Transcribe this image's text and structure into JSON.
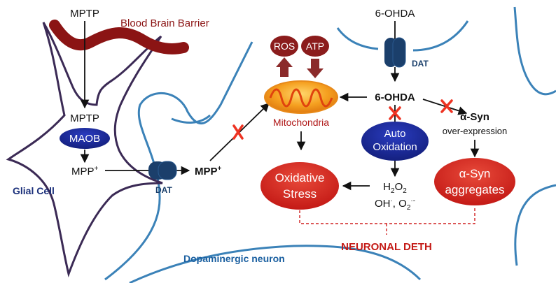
{
  "labels": {
    "mptp_top": "MPTP",
    "bbb": "Blood Brain Barrier",
    "mptp_inner": "MPTP",
    "maob": "MAOB",
    "mpp_inner": "MPP",
    "mpp_inner_sup": "+",
    "glial_cell": "Glial Cell",
    "dat_left": "DAT",
    "mpp_out": "MPP",
    "mpp_out_sup": "+",
    "ros": "ROS",
    "atp": "ATP",
    "mitochondria": "Mitochondria",
    "ohda_top": "6-OHDA",
    "dat_right": "DAT",
    "ohda_center": "6-OHDA",
    "asyn": "α-Syn",
    "overexpression": "over-expression",
    "auto_oxidation_1": "Auto",
    "auto_oxidation_2": "Oxidation",
    "oxidative_1": "Oxidative",
    "oxidative_2": "Stress",
    "h2o2_h": "H",
    "h2o2_2a": "2",
    "h2o2_o": "O",
    "h2o2_2b": "2",
    "oh": "OH",
    "oh_sup": "·",
    "o2": ", O",
    "o2_sub": "2",
    "o2_sup": "·-",
    "asyn_agg_1": "α-Syn",
    "asyn_agg_2": "aggregates",
    "neuronal_death": "NEURONAL DETH",
    "dopaminergic": "Dopaminergic neuron"
  },
  "colors": {
    "membrane": "#3b82b8",
    "glial_outline": "#3b2a55",
    "bbb": "#8b1414",
    "maob_fill": "#1b2a9c",
    "dat_fill": "#1b3f6b",
    "ros_atp_fill": "#8b1c1c",
    "red_ellipse": "#d42020",
    "auto_ox_fill": "#1b2a9c",
    "block_x": "#ee3322",
    "dashed": "#d02020",
    "text_red": "#8b1414",
    "text_blue": "#1a5fa0",
    "text_dark_blue": "#1a2f7a"
  }
}
